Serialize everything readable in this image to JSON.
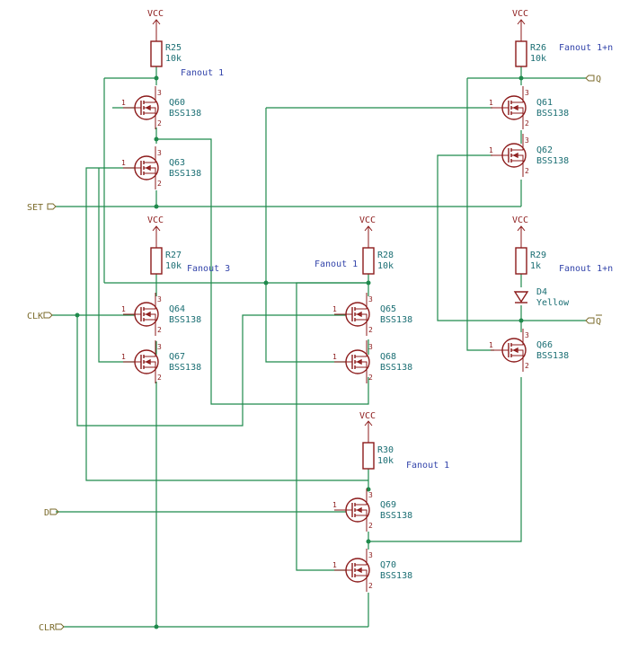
{
  "power_label": "VCC",
  "pin_numbers": {
    "gate": "1",
    "drain": "3",
    "source": "2"
  },
  "resistors": [
    {
      "ref": "R25",
      "value": "10k"
    },
    {
      "ref": "R26",
      "value": "10k"
    },
    {
      "ref": "R27",
      "value": "10k"
    },
    {
      "ref": "R28",
      "value": "10k"
    },
    {
      "ref": "R29",
      "value": "1k"
    },
    {
      "ref": "R30",
      "value": "10k"
    }
  ],
  "transistors": [
    {
      "ref": "Q60",
      "value": "BSS138"
    },
    {
      "ref": "Q63",
      "value": "BSS138"
    },
    {
      "ref": "Q61",
      "value": "BSS138"
    },
    {
      "ref": "Q62",
      "value": "BSS138"
    },
    {
      "ref": "Q64",
      "value": "BSS138"
    },
    {
      "ref": "Q67",
      "value": "BSS138"
    },
    {
      "ref": "Q65",
      "value": "BSS138"
    },
    {
      "ref": "Q68",
      "value": "BSS138"
    },
    {
      "ref": "Q66",
      "value": "BSS138"
    },
    {
      "ref": "Q69",
      "value": "BSS138"
    },
    {
      "ref": "Q70",
      "value": "BSS138"
    }
  ],
  "led": {
    "ref": "D4",
    "value": "Yellow"
  },
  "notes": [
    "Fanout 1",
    "Fanout 1+n",
    "Fanout 3",
    "Fanout 1",
    "Fanout 1+n",
    "Fanout 1"
  ],
  "ports": {
    "set": "SET",
    "clk": "CLK",
    "d": "D",
    "clr": "CLR",
    "q": "Q",
    "qbar": "Q"
  }
}
